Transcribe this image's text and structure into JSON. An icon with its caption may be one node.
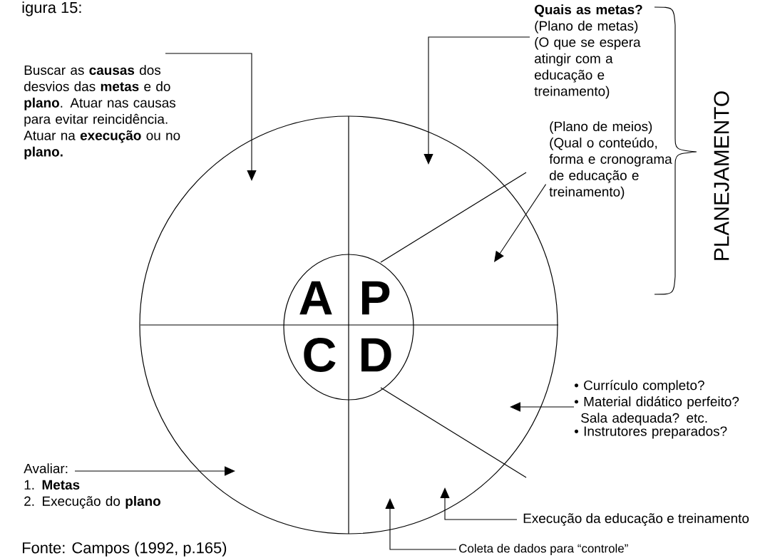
{
  "diagram": {
    "nodes": [
      {
        "text": [],
        "shape": "circle"
      },
      {
        "text": [
          "A",
          "P",
          "C",
          "D"
        ],
        "in": 0
      },
      {
        "text": [
          "Buscar as **causas** dos desvios das **metas** e do **plano**. Atuar nas causas para evitar reincidência. Atuar na **execução** ou no **plano.**"
        ]
      },
      {
        "text": [
          "Quais as metas?",
          "(Plano de metas) (O que se espera atingir com a educação e treinamento)"
        ]
      },
      {
        "text": [
          "(Plano de meios) (Qual o conteúdo, forma e cronograma de educação e treinamento)"
        ]
      },
      {
        "text": [
          "• Currículo completo?",
          "• Material didático perfeito? Sala adequada? etc.",
          "• Instrutores preparados?"
        ]
      },
      {
        "text": [
          "Avaliar:",
          "1. **Metas**",
          "2. Execução do **plano**"
        ]
      },
      {
        "text": [
          "Execução da educação e treinamento"
        ]
      },
      {
        "text": [
          "Coleta de dados para “controle”"
        ]
      }
    ],
    "edges": [
      {
        "from": 2,
        "to": null,
        "arrow": "to"
      },
      {
        "from": 3,
        "to": 1,
        "arrow": "to"
      },
      {
        "from": 4,
        "to": 1,
        "arrow": "to"
      },
      {
        "from": 5,
        "to": 1,
        "arrow": "to"
      },
      {
        "from": 6,
        "to": null,
        "arrow": "to"
      },
      {
        "from": 7,
        "to": 0,
        "arrow": "to"
      },
      {
        "from": 8,
        "to": null,
        "arrow": "to"
      }
    ],
    "labels": [
      "igura 15:",
      "PLANEJAMENTO",
      "Fonte: Campos (1992, p.165)"
    ]
  }
}
